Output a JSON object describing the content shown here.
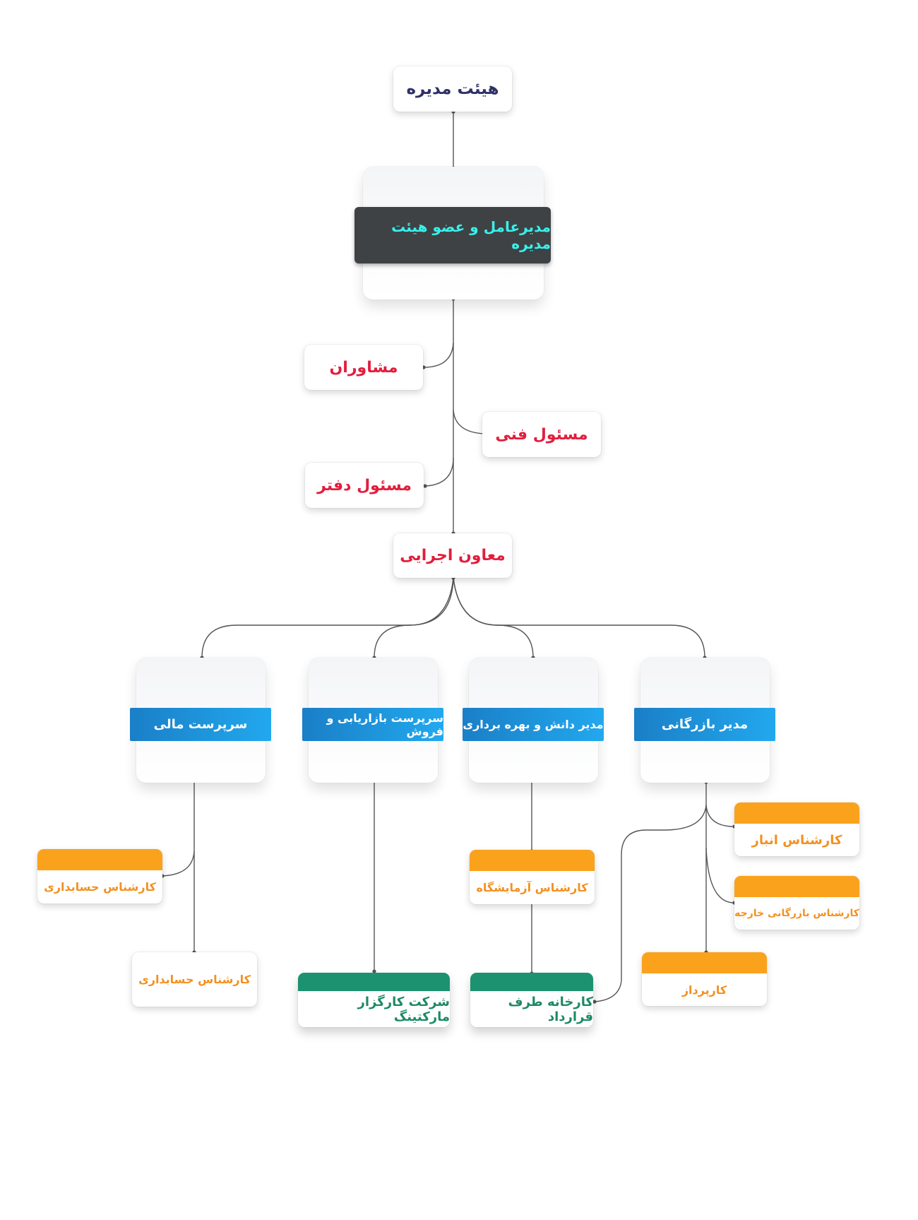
{
  "board": "هیئت مدیره",
  "ceo": "مدیرعامل و عضو هیئت مدیره",
  "advisors": "مشاوران",
  "technical": "مسئول فنی",
  "office": "مسئول دفتر",
  "executive": "معاون اجرایی",
  "managers": {
    "finance": "سرپرست مالی",
    "marketing": "سرپرست بازاریابی و فروش",
    "knowledge": "مدیر دانش و بهره برداری",
    "commerce": "مدیر بازرگانی"
  },
  "staff": {
    "accounting_1": "کارشناس حسابداری",
    "accounting_2": "کارشناس حسابداری",
    "marketing_agency": "شرکت کارگزار مارکتینگ",
    "lab": "کارشناس آزمایشگاه",
    "contract_factory": "کارخانه طرف قرارداد",
    "warehouse": "کارشناس انبار",
    "foreign_trade": "کارشناس بازرگانی خارجه",
    "procurement": "کارپرداز"
  },
  "colors": {
    "connector": "#555555",
    "title_navy": "#2e3168",
    "red_text": "#e31d3c",
    "ceo_band": "#3e4244",
    "ceo_text": "#37f1ec",
    "blue_band": "#1f95dd",
    "orange": "#fba21c",
    "green": "#1c9270"
  }
}
